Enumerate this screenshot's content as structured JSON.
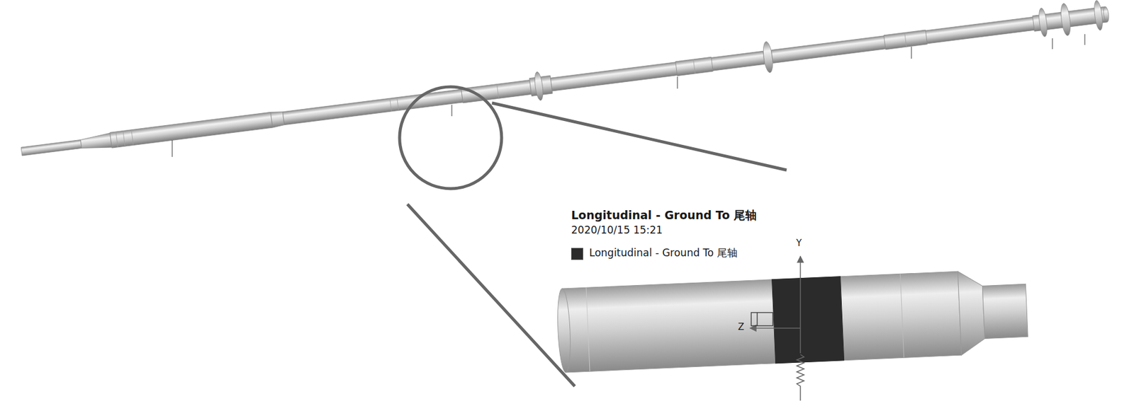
{
  "diagram": {
    "title": "Longitudinal - Ground To 尾轴",
    "labels": [
      "2020/10/15 15:21",
      "Y",
      "Z"
    ],
    "legend": [
      {
        "text": "Longitudinal - Ground To 尾轴",
        "color": "#2b2b2b"
      }
    ]
  }
}
